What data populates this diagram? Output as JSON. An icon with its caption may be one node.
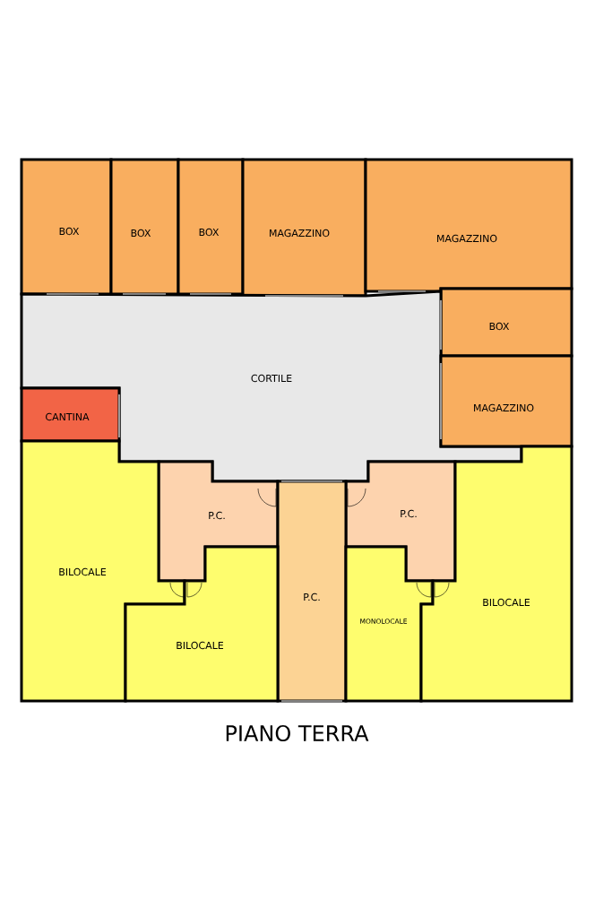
{
  "diagram": {
    "caption": "PIANO TERRA",
    "nodes": [
      {
        "text": [
          "BOX"
        ]
      },
      {
        "text": [
          "BOX"
        ]
      },
      {
        "text": [
          "BOX"
        ]
      },
      {
        "text": [
          "MAGAZZINO"
        ]
      },
      {
        "text": [
          "MAGAZZINO"
        ]
      },
      {
        "text": [
          "BOX"
        ]
      },
      {
        "text": [
          "CORTILE"
        ]
      },
      {
        "text": [
          "MAGAZZINO"
        ]
      },
      {
        "text": [
          "CANTINA"
        ]
      },
      {
        "text": [
          "P.C."
        ]
      },
      {
        "text": [
          "P.C."
        ]
      },
      {
        "text": [
          "BILOCALE"
        ]
      },
      {
        "text": [
          "P.C."
        ]
      },
      {
        "text": [
          "MONOLOCALE"
        ]
      },
      {
        "text": [
          "BILOCALE"
        ]
      },
      {
        "text": [
          "BILOCALE"
        ]
      }
    ]
  }
}
